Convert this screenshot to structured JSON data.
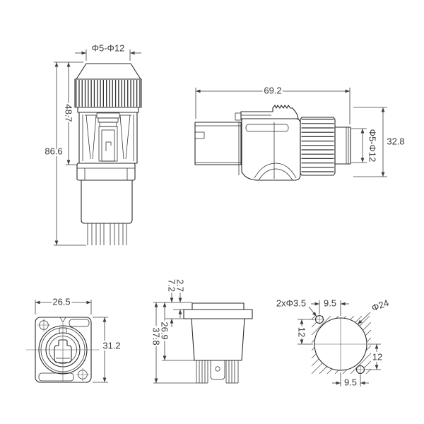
{
  "drawing": {
    "background": "#ffffff",
    "line_color": "#2a2a2a",
    "dim_color": "#3d3d3d",
    "views": {
      "cable_plug_front": {
        "label_cable_range": "Φ5-Φ12",
        "dim_upper_height": "48.7",
        "dim_total_height": "86.6"
      },
      "cable_plug_side": {
        "dim_total_length": "69.2",
        "label_cable_range": "Φ5-Φ12",
        "dim_outer_height": "32.8"
      },
      "chassis_socket_front": {
        "dim_flange_width": "26.5",
        "dim_flange_height": "31.2"
      },
      "chassis_socket_side": {
        "dim_front_protrusion": "7.2",
        "dim_flange_lip": "2.7",
        "dim_body_depth": "26.9",
        "dim_total_depth": "37.8"
      },
      "panel_cutout": {
        "label_mount_holes": "2xΦ3.5",
        "dim_hole_offset_top": "9.5",
        "label_cutout_diameter": "Φ24",
        "dim_hole_vert_left": "12",
        "dim_hole_vert_right": "12",
        "dim_hole_offset_bottom": "9.5"
      }
    }
  }
}
